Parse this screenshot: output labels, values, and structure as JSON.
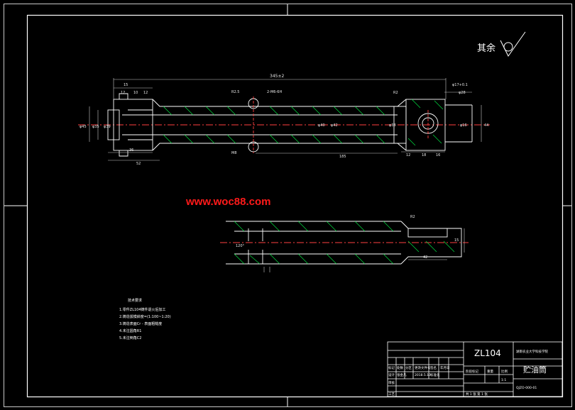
{
  "surface_mark": {
    "label": "其余"
  },
  "watermark": "www.woc88.com",
  "dimensions": {
    "overall_length": "345±2",
    "d15": "15",
    "d12a": "12",
    "d10": "10",
    "d12b": "12",
    "r25": "R2.5",
    "thread_label": "2-M6-6H",
    "r2_top": "R2",
    "phi17": "φ17+0.1",
    "phi28": "φ28",
    "phi45": "φ45",
    "phi35": "φ35",
    "phi39": "φ39",
    "phi40": "φ40",
    "phi42": "φ42",
    "phi38": "φ38",
    "phi44": "44",
    "phi16": "φ16",
    "d36": "36",
    "d52": "52",
    "d185": "185",
    "d12c": "12",
    "d18": "18",
    "d16": "16",
    "m8": "M8",
    "r2_bottom": "R2",
    "angle120": "120°",
    "d42": "42",
    "d15b": "15"
  },
  "technical_requirements": {
    "title": "技术要求",
    "items": [
      "1.零件ZL104铸件退火后加工",
      "2.铸造拔模斜度=(1:100~1:20)",
      "3.铸造表面Cr - 表面粗糙度",
      "4.未注圆角R1",
      "5.未注倒角C2"
    ]
  },
  "title_block": {
    "material": "ZL104",
    "institution": "湖南农业大学科技学院",
    "part_name": "贮油筒",
    "drawing_number": "QJZO-000-01",
    "row_labels": [
      "标记",
      "处数",
      "分区",
      "更改文件号",
      "签名",
      "年月日"
    ],
    "design_row": [
      "设计",
      "张金凡",
      "2018.5.10",
      "标准化"
    ],
    "review_label": "审核",
    "process_label": "工艺",
    "stage_labels": [
      "阶段标记",
      "重量",
      "比例"
    ],
    "scale": "1:1",
    "sheet_info": "共 1 张   第 1 张"
  }
}
